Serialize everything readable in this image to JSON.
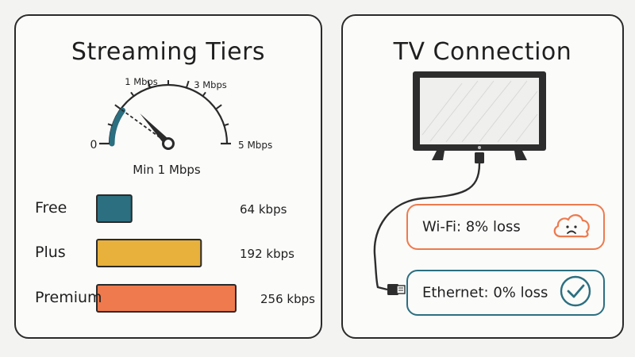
{
  "left_panel": {
    "title": "Streaming Tiers",
    "gauge": {
      "min_label": "0",
      "max_label": "5 Mbps",
      "tick_1_label": "1 Mbps",
      "tick_3_label": "3 Mbps",
      "caption": "Min 1 Mbps",
      "min_value": 0,
      "max_value": 5,
      "filled_to": 1,
      "needle_value": 1.3,
      "fill_color": "#2b6f80"
    },
    "tiers": [
      {
        "name": "Free",
        "value_label": "64 kbps",
        "kbps": 64,
        "color": "#2b6f80"
      },
      {
        "name": "Plus",
        "value_label": "192 kbps",
        "kbps": 192,
        "color": "#e8b13c"
      },
      {
        "name": "Premium",
        "value_label": "256 kbps",
        "kbps": 256,
        "color": "#ee7a4d"
      }
    ]
  },
  "right_panel": {
    "title": "TV Connection",
    "wifi": {
      "label": "Wi-Fi: 8% loss",
      "color": "#ee7a4d",
      "icon": "sad-cloud-icon"
    },
    "ethernet": {
      "label": "Ethernet: 0% loss",
      "color": "#2b6f80",
      "icon": "check-circle-icon"
    }
  }
}
